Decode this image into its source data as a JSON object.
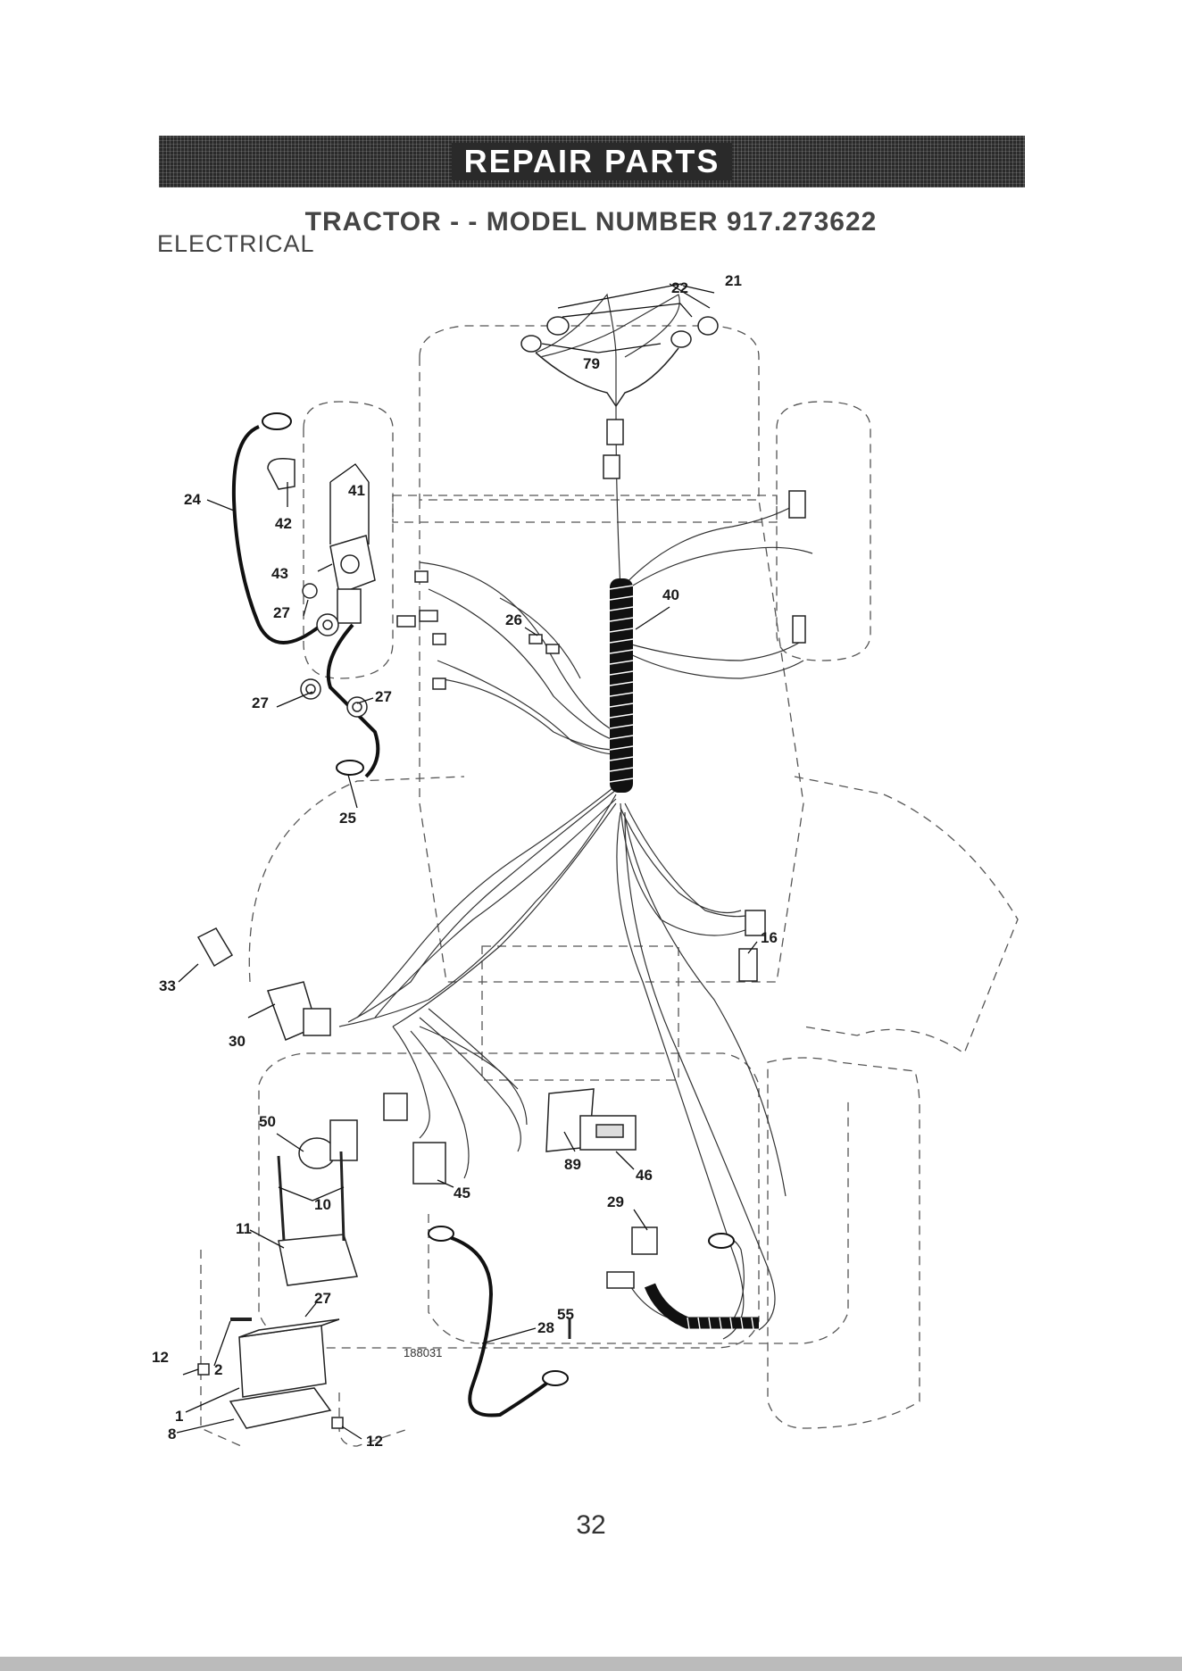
{
  "header": {
    "banner": "REPAIR PARTS",
    "subtitle": "TRACTOR - - MODEL NUMBER 917.273622",
    "section": "ELECTRICAL"
  },
  "diagram": {
    "callouts": [
      "22",
      "79",
      "21",
      "24",
      "42",
      "41",
      "43",
      "27",
      "27",
      "27",
      "26",
      "40",
      "25",
      "33",
      "30",
      "16",
      "50",
      "10",
      "11",
      "89",
      "46",
      "45",
      "29",
      "27",
      "55",
      "28",
      "12",
      "2",
      "1",
      "8",
      "12"
    ],
    "drawing_number": "188031"
  },
  "footer": {
    "page_number": "32"
  }
}
